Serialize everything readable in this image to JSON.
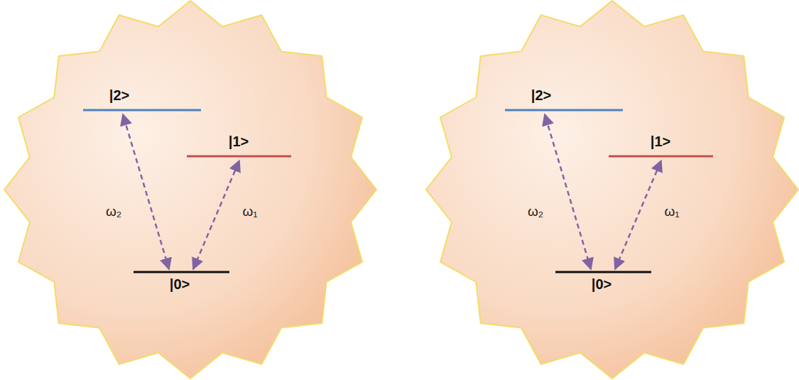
{
  "diagram": {
    "labels": [
      "|2>",
      "|1>",
      "|0>",
      "ω₂",
      "ω₁",
      "|2>",
      "|1>",
      "|0>",
      "ω₂",
      "ω₁"
    ]
  }
}
